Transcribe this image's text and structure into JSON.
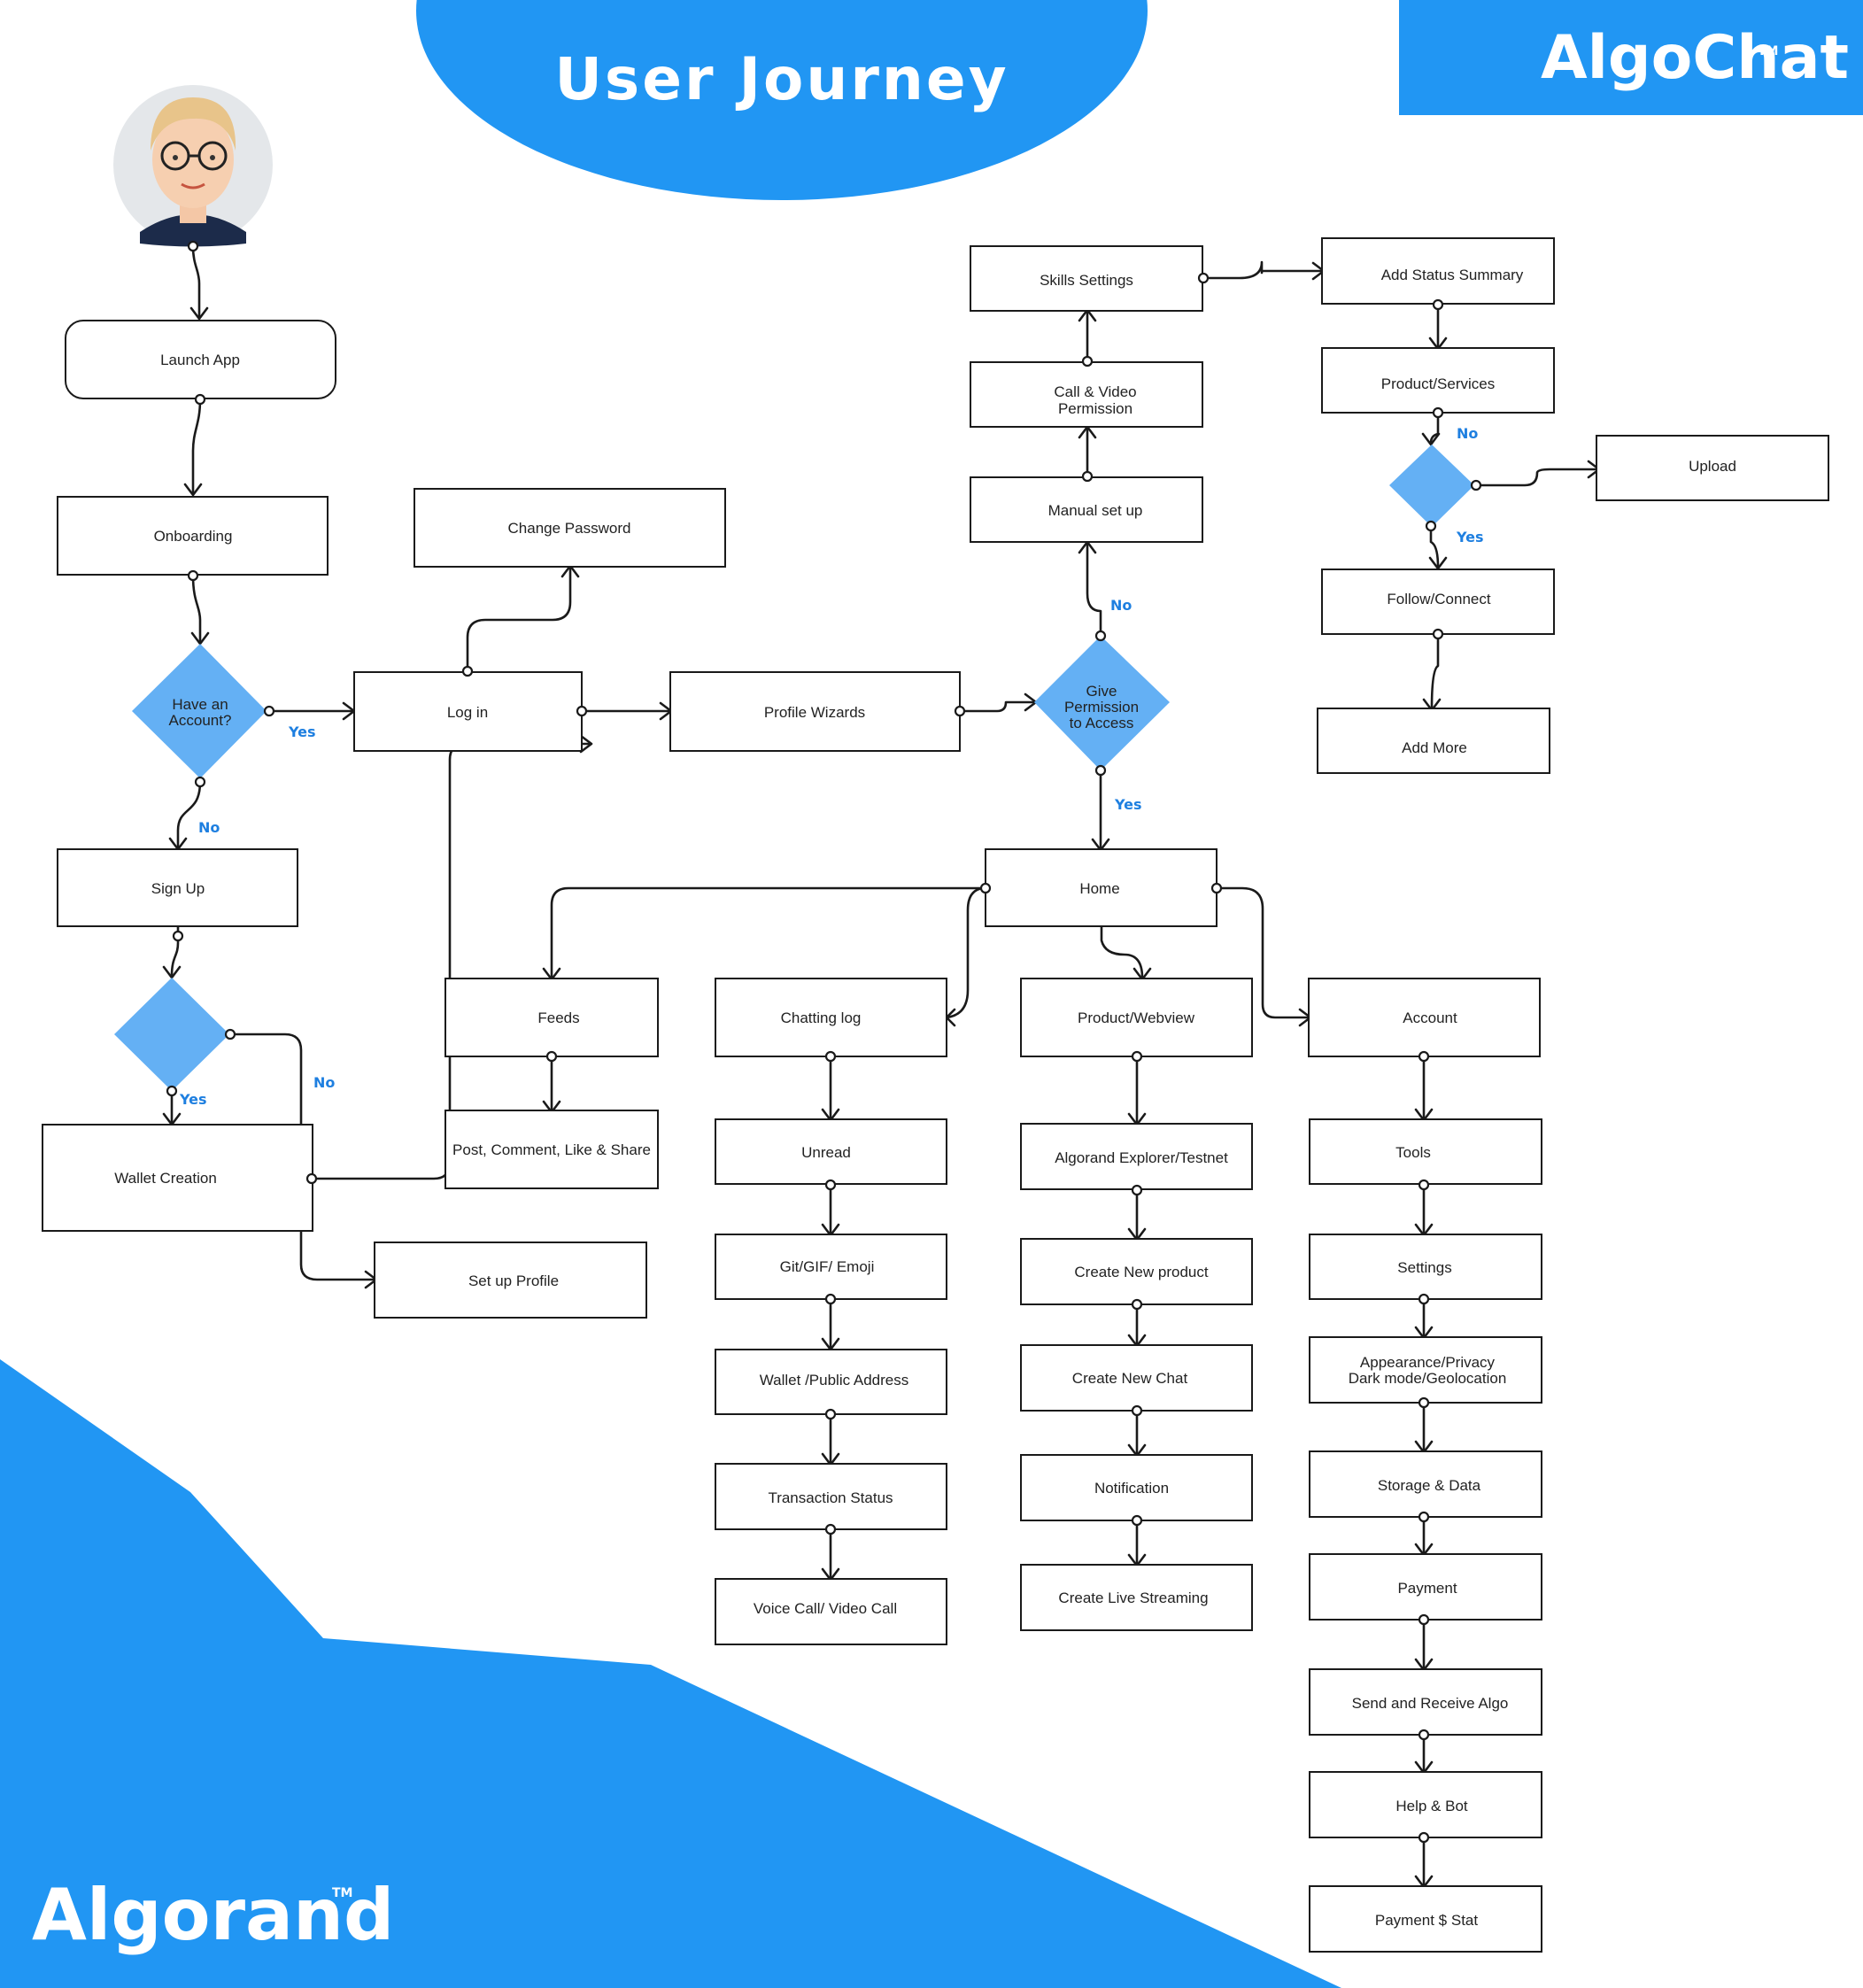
{
  "header": {
    "title": "User Journey",
    "brand_top": "AlgoChat",
    "brand_top_tm": "TM",
    "brand_bottom": "Algorand",
    "brand_bottom_tm": "TM"
  },
  "colors": {
    "accent": "#2196f3",
    "diamond": "#64b0f4",
    "yes_no_text": "#1e7fe0",
    "line": "#1a1a1a"
  },
  "icons": {
    "user": "user-avatar-icon"
  },
  "nodes": {
    "launch_app": "Launch App",
    "onboarding": "Onboarding",
    "have_account": "Have an Account?",
    "sign_up": "Sign Up",
    "wallet_creation": "Wallet Creation",
    "set_up_profile": "Set up Profile",
    "log_in": "Log in",
    "change_password": "Change Password",
    "profile_wizards": "Profile Wizards",
    "give_permission": "Give Permission to Access",
    "manual_set_up": "Manual set up",
    "call_video_permission": "Call & Video Permission",
    "skills_settings": "Skills Settings",
    "add_status_summary": "Add Status Summary",
    "product_services": "Product/Services",
    "upload": "Upload",
    "follow_connect": "Follow/Connect",
    "add_more": "Add More",
    "home": "Home",
    "feeds": "Feeds",
    "post_comment": "Post, Comment, Like & Share",
    "chatting_log": "Chatting log",
    "unread": "Unread",
    "git_gif_emoji": "Git/GIF/ Emoji",
    "wallet_public_address": "Wallet /Public Address",
    "transaction_status": "Transaction Status",
    "voice_video_call": "Voice Call/ Video Call",
    "product_webview": "Product/Webview",
    "algorand_explorer": "Algorand Explorer/Testnet",
    "create_new_product": "Create New product",
    "create_new_chat": "Create New Chat",
    "notification": "Notification",
    "create_live_streaming": "Create Live Streaming",
    "account": "Account",
    "tools": "Tools",
    "settings": "Settings",
    "appearance_privacy": "Appearance/Privacy Dark mode/Geolocation",
    "storage_data": "Storage & Data",
    "payment": "Payment",
    "send_receive_algo": "Send and Receive Algo",
    "help_bot": "Help & Bot",
    "payment_stat": "Payment $ Stat"
  },
  "labels": {
    "yes": "Yes",
    "no": "No"
  }
}
